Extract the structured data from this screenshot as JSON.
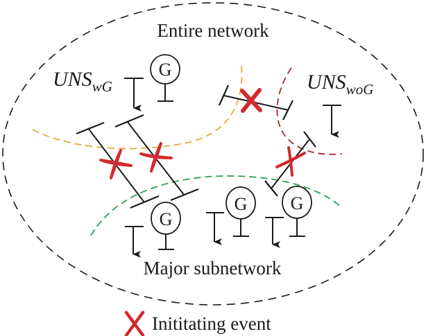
{
  "diagram": {
    "title": "Entire network",
    "regions": [
      {
        "id": "entire-network",
        "label": "Entire network",
        "boundary_color": "#1a1a1a",
        "style": "dashed"
      },
      {
        "id": "uns-wg",
        "label_main": "UNS",
        "label_sub": "wG",
        "boundary_color": "#e8a93a",
        "style": "dashed"
      },
      {
        "id": "uns-wog",
        "label_main": "UNS",
        "label_sub": "woG",
        "boundary_color": "#a8262c",
        "style": "dashed"
      },
      {
        "id": "major-subnetwork",
        "label": "Major subnetwork",
        "boundary_color": "#2e9e4f",
        "style": "dashed"
      }
    ],
    "generator_label": "G",
    "generators": [
      {
        "region": "uns-wg"
      },
      {
        "region": "major-subnetwork"
      },
      {
        "region": "major-subnetwork"
      },
      {
        "region": "major-subnetwork"
      }
    ],
    "loads": [
      {
        "region": "uns-wg"
      },
      {
        "region": "uns-woG"
      },
      {
        "region": "major-subnetwork"
      },
      {
        "region": "major-subnetwork"
      },
      {
        "region": "major-subnetwork"
      }
    ],
    "tripped_branches": [
      {
        "between": [
          "uns-wg",
          "major-subnetwork"
        ]
      },
      {
        "between": [
          "uns-wg",
          "major-subnetwork"
        ]
      },
      {
        "between": [
          "uns-wg",
          "uns-wog"
        ]
      },
      {
        "between": [
          "uns-wog",
          "major-subnetwork"
        ]
      }
    ],
    "event_marker_color": "#d12a2f"
  },
  "labels": {
    "entire_network": "Entire network",
    "uns_wg_main": "UNS",
    "uns_wg_sub": "wG",
    "uns_wog_main": "UNS",
    "uns_wog_sub": "woG",
    "major_subnetwork": "Major subnetwork",
    "generator": "G"
  },
  "legend": {
    "marker": "cross-icon",
    "label": "Inititating event"
  }
}
